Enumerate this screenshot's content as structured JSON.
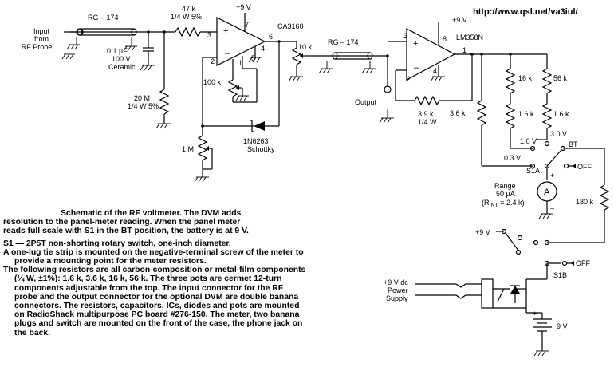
{
  "url": "http://www.qsl.net/va3iul/",
  "labels": {
    "input_line1": "Input",
    "input_line2": "from",
    "input_line3": "RF Probe",
    "coax1": "RG – 174",
    "coax2": "RG – 174",
    "r47k": "47 k",
    "r47k_spec": "1/4 W 5%",
    "cap_value": "0.1 µF",
    "cap_voltage": "100 V",
    "cap_type": "Ceramic",
    "r20m": "20 M",
    "r20m_spec": "1/4 W 5%",
    "u1_supply": "+9 V",
    "u1_name": "CA3160",
    "u1_pin3": "3",
    "u1_pin7": "7",
    "u1_pin6": "6",
    "u1_pin2": "2",
    "u1_pin4": "4",
    "u1_pin1": "1",
    "u1_pin5": "5",
    "pot100k": "100 k",
    "pot1m": "1 M",
    "pot10k": "10 k",
    "diode_name": "1N6263",
    "diode_type": "Schottky",
    "u2_supply": "+9 V",
    "u2_name": "LM358N",
    "u2_pin3": "3",
    "u2_pin8": "8",
    "u2_pin1": "1",
    "u2_pin2": "2",
    "u2_pin4": "4",
    "output": "Output",
    "r3_9k": "3.9 k",
    "r3_9k_spec": "1/4 W",
    "r3_6k": "3.6 k",
    "r16k": "16 k",
    "r1_6k_a": "1.6 k",
    "r56k": "56 k",
    "r1_6k_b": "1.6 k",
    "v3_0": "3.0 V",
    "v1_0": "1.0 V",
    "bt": "BT",
    "v0_3": "0.3 V",
    "s1a": "S1A",
    "off1": "OFF",
    "range": "Range",
    "range_current": "50 µA",
    "range_rint_pre": "(R",
    "range_rint_sub": "INT",
    "range_rint_post": " = 2.4 k)",
    "meter": "A",
    "plus": "+",
    "minus": "–",
    "r180k": "180 k",
    "plus9v": "+9 V",
    "s1b": "S1B",
    "off2": "OFF",
    "ps_line1": "+9 V dc",
    "ps_line2": "Power",
    "ps_line3": "Supply",
    "battery": "9 V"
  },
  "notes": {
    "caption1": "Schematic of the RF voltmeter. The DVM adds",
    "caption2": "resolution to the panel-meter reading. When the panel meter",
    "caption3": "reads full scale with S1 in the BT position, the battery is at 9 V.",
    "s1_line": "S1 — 2P5T non-shorting rotary switch, one-inch diameter.",
    "lug1": "A one-lug tie strip is mounted on the negative-terminal screw of the meter to",
    "lug2": "provide a mounting point for the meter resistors.",
    "res1": "The following resistors are all carbon-composition or metal-film components",
    "res2": "(¼ W, ±1%): 1.6 k, 3.6 k, 16 k, 56 k. The three pots are cermet 12-turn",
    "res3": "components adjustable from the top. The input connector for the RF",
    "res4": "probe and the output connector for the optional DVM are double banana",
    "res5": "connectors. The resistors, capacitors, ICs, diodes and pots are mounted",
    "res6": "on RadioShack multipurpose PC board #276-150. The meter, two banana",
    "res7": "plugs and switch are mounted on the front of the case, the phone jack on",
    "res8": "the back."
  }
}
